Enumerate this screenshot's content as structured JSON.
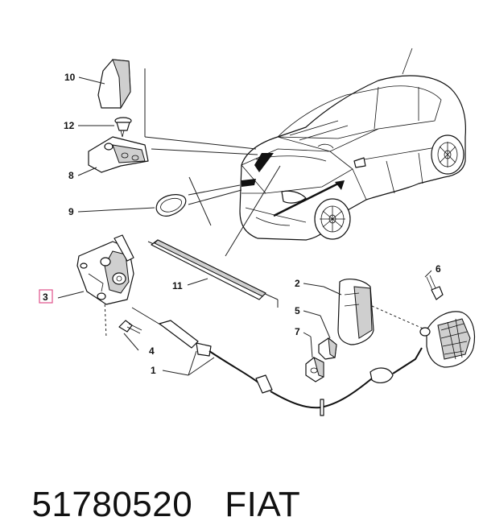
{
  "callouts": {
    "c1": "1",
    "c2": "2",
    "c3": "3",
    "c4": "4",
    "c5": "5",
    "c6": "6",
    "c7": "7",
    "c8": "8",
    "c9": "9",
    "c10": "10",
    "c11": "11",
    "c12": "12"
  },
  "caption": {
    "part_number": "51780520",
    "brand": "FIAT"
  },
  "colors": {
    "highlight_box": "#e0508a",
    "line": "#111111",
    "shade": "#cfcfcf"
  }
}
